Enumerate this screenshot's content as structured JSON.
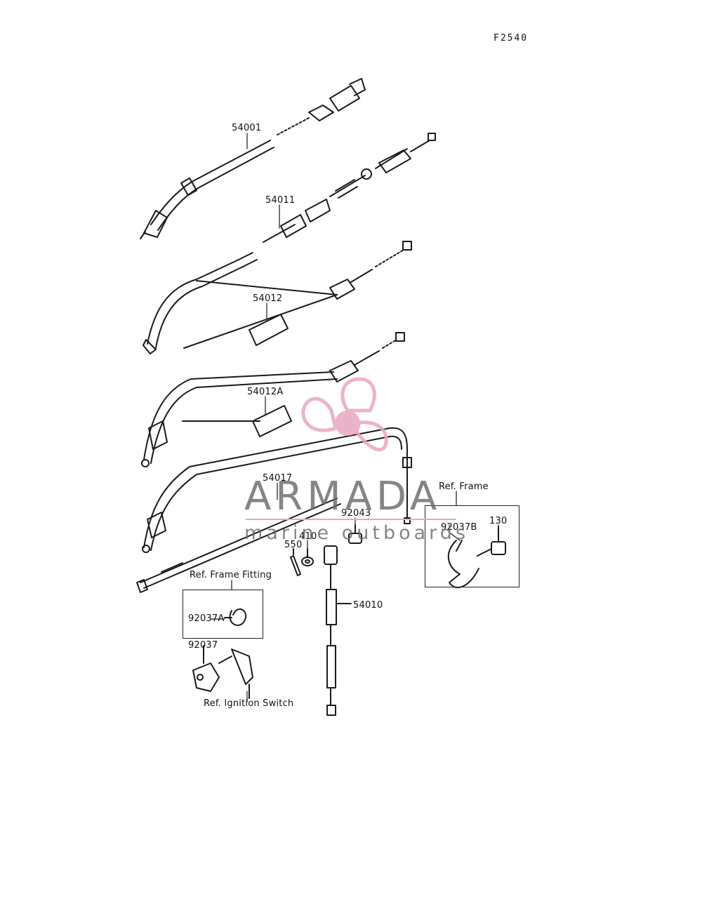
{
  "figure_code": "F2540",
  "parts": [
    {
      "id": "54001"
    },
    {
      "id": "54011"
    },
    {
      "id": "54012"
    },
    {
      "id": "54012A"
    },
    {
      "id": "54017"
    },
    {
      "id": "54010"
    },
    {
      "id": "92043"
    },
    {
      "id": "410"
    },
    {
      "id": "550"
    },
    {
      "id": "92037A"
    },
    {
      "id": "92037"
    },
    {
      "id": "92037B"
    },
    {
      "id": "130"
    }
  ],
  "references": {
    "frame_fitting": "Ref. Frame Fitting",
    "ignition_switch": "Ref. Ignition Switch",
    "frame": "Ref. Frame"
  },
  "watermark": {
    "brand": "ARMADA",
    "tagline": "marine outboards",
    "accent_color": "#e8a6c0",
    "text_color": "#6b6b6b"
  },
  "colors": {
    "line": "#1a1a1a",
    "background": "#ffffff"
  }
}
